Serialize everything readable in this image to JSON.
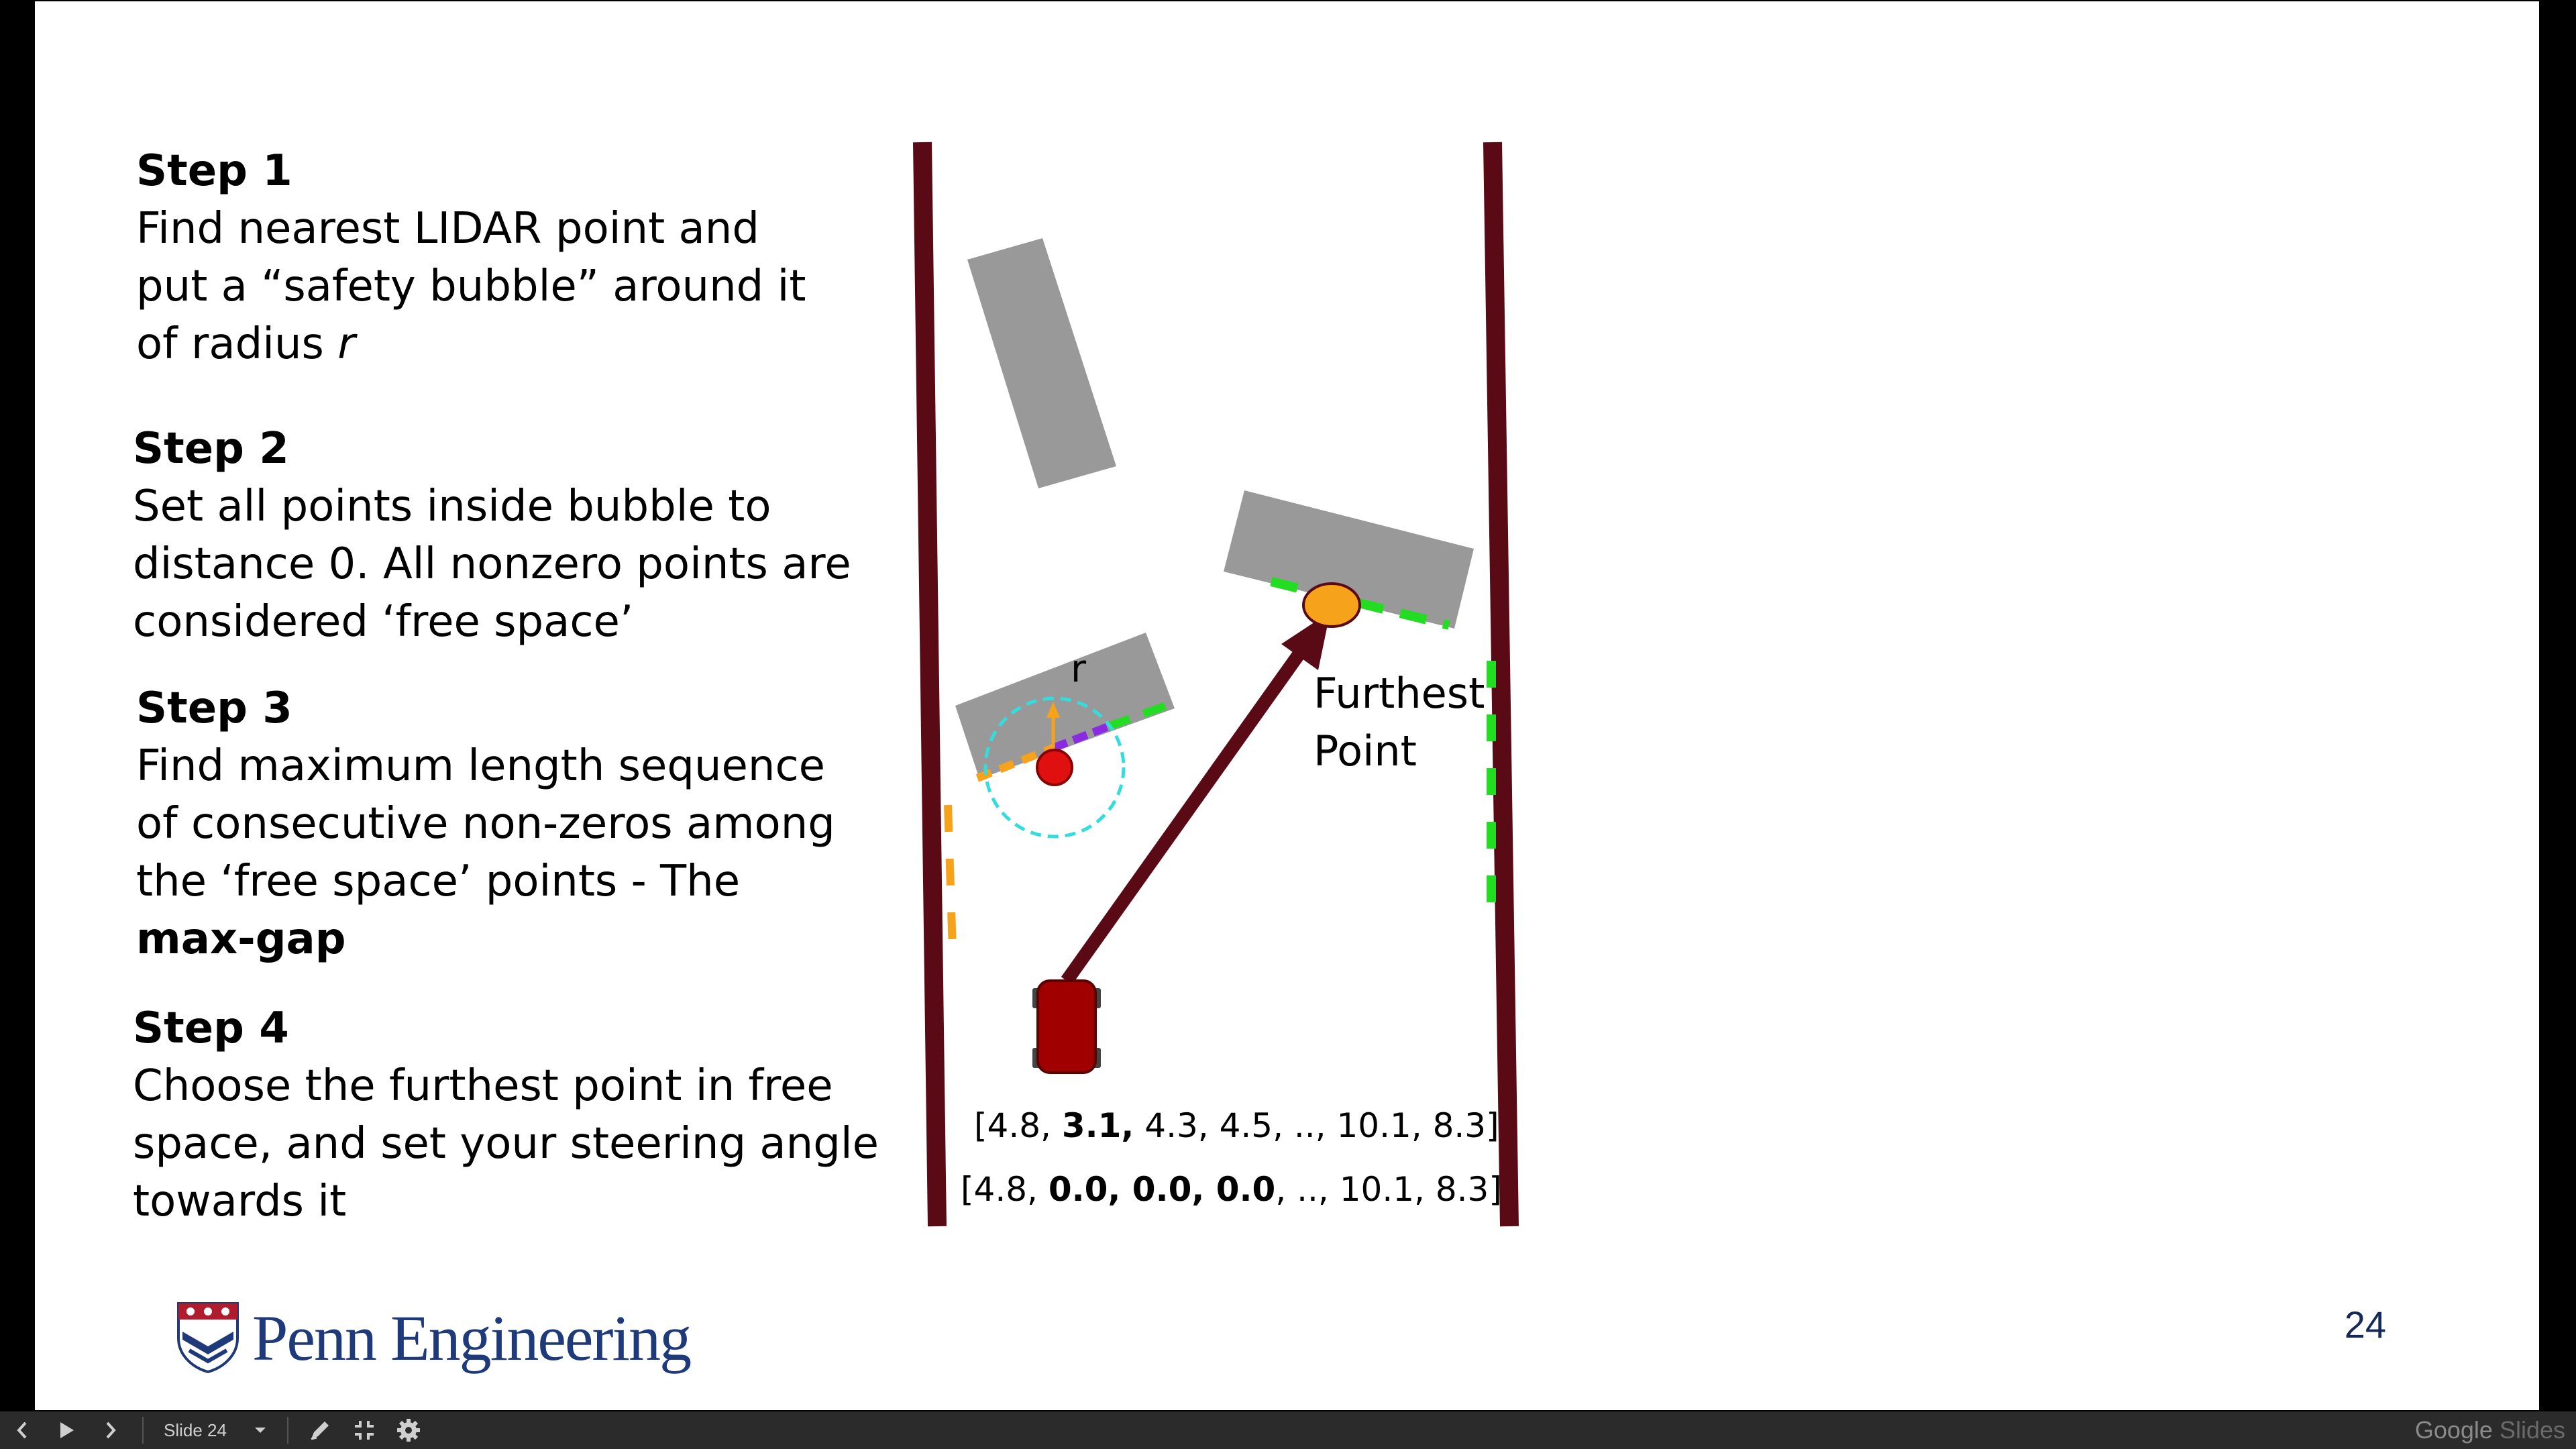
{
  "steps": [
    {
      "title": "Step 1",
      "body_before": "Find nearest LIDAR point and\nput a “safety bubble” around it\nof radius ",
      "body_italic": "r"
    },
    {
      "title": "Step 2",
      "body": "Set all points inside bubble to\ndistance 0. All nonzero points are\nconsidered ‘free space’"
    },
    {
      "title": "Step 3",
      "body": "Find maximum length sequence\nof consecutive non-zeros among\nthe ‘free space’ points - The",
      "body_bold": "max-gap"
    },
    {
      "title": "Step 4",
      "body": "Choose the furthest point in free\nspace, and set your steering angle\ntowards it"
    }
  ],
  "diagram": {
    "radius_label": "r",
    "furthest_label_line1": "Furthest",
    "furthest_label_line2": "Point",
    "array1": {
      "prefix": "[4.8, ",
      "bold": "3.1,",
      "suffix": " 4.3, 4.5, .., 10.1, 8.3]"
    },
    "array2": {
      "prefix": "[4.8, ",
      "bold": "0.0, 0.0, 0.0",
      "suffix": ", .., 10.1, 8.3]"
    },
    "colors": {
      "wall": "#5a0a14",
      "obstacle": "#999999",
      "free_gap": "#22dd22",
      "bubble": "#33dddd",
      "nearest_point": "#e01010",
      "furthest_point": "#f7a21b",
      "zeroed": "#8a2be2",
      "other_gap": "#f7a21b",
      "car": "#a00000",
      "arrow": "#5a0a14"
    }
  },
  "logo": {
    "text": "Penn Engineering",
    "icon": "penn-shield-icon"
  },
  "page_number": "24",
  "toolbar": {
    "prev_icon": "chevron-left-icon",
    "play_icon": "play-icon",
    "next_icon": "chevron-right-icon",
    "slide_label": "Slide 24",
    "dropdown_icon": "caret-down-icon",
    "pen_icon": "pen-icon",
    "exit_fullscreen_icon": "exit-fullscreen-icon",
    "settings_icon": "gear-icon",
    "brand_a": "Google",
    "brand_b": " Slides"
  }
}
